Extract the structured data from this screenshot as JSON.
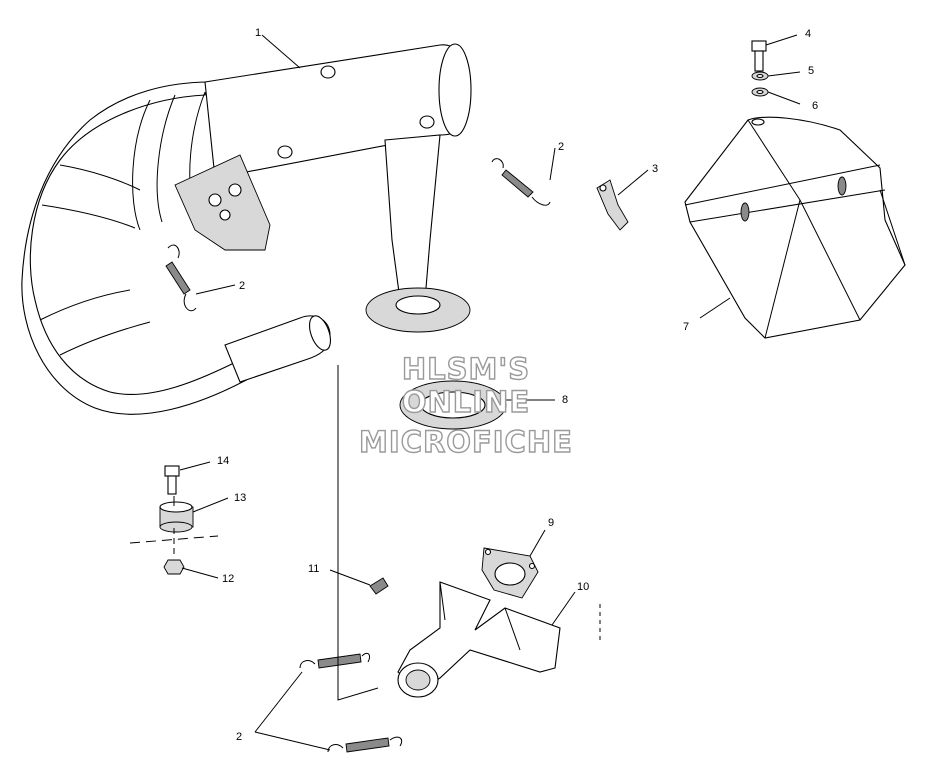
{
  "watermark": {
    "line1": "HLSM'S",
    "line2": "ONLINE",
    "line3": "MICROFICHE"
  },
  "callouts": {
    "c1": "1",
    "c2a": "2",
    "c2b": "2",
    "c2c": "2",
    "c3": "3",
    "c4": "4",
    "c5": "5",
    "c6": "6",
    "c7": "7",
    "c8": "8",
    "c9": "9",
    "c10": "10",
    "c11": "11",
    "c12": "12",
    "c13": "13",
    "c14": "14"
  }
}
